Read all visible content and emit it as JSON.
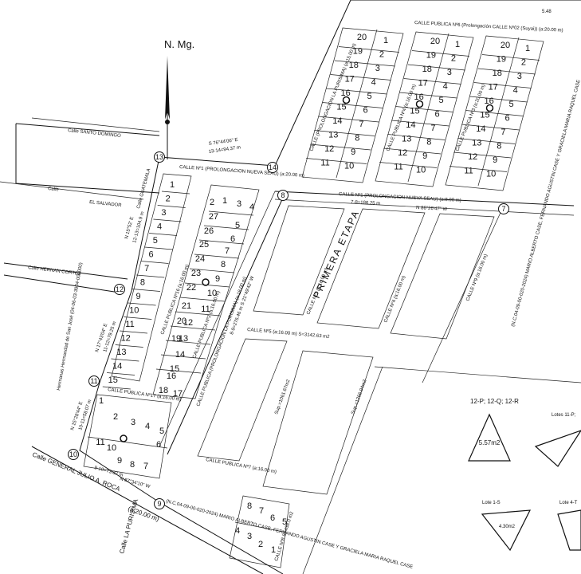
{
  "north": {
    "label": "N. Mg."
  },
  "streets": {
    "santo_domingo": "Calle SANTO DOMINGO",
    "calle": "Calle",
    "el_salvador": "EL SALVADOR",
    "hernan_cortez": "Calle HERNAN CORTEZ",
    "guatemala": "Calle GUATEMALA",
    "general_roca": "Calle GENERAL JULIO A. ROCA",
    "general_roca_width": "(a:20.00 m)",
    "la_purisima": "Calle LA PURISIMA",
    "publica6": "CALLE PUBLICA Nº6 (Prolongación CALLE Nº02 (Suyai)) (a:20.00 m)",
    "publica1_top": "CALLE Nº1 (PROLONGACION NUEVA SEAU) (a:20.00 m)",
    "publica1_right": "CALLE Nº1 (PROLONGACION NUEVA SEAU) (a:8.00 m)",
    "publica16": "CALLE PUBLICA Nº16 (a:16.00 m)",
    "purisima_prolong": "CALLE PUBLICA (PROLONGACION LA PURISIMA) (a:18.00 m)",
    "publica2": "CALLE PUBLICA Nº2 (a:16.00 m)",
    "publica17": "CALLE PUBLICA Nº17 (a:16.00 m)",
    "publica7": "CALLE PUBLICA Nº7 (a:16.00 m)",
    "calle5": "CALLE Nº5 (a:16.00 m) S=3142.63 m2",
    "calle3": "CALLE Nº3 (a:16.00 m)",
    "calle4": "CALLE Nº4 (a:16.00 m)",
    "calle9": "CALLE Nº9 (a:16.00 m)",
    "calle8": "CALLE Nº8 S=438.0 m2",
    "calle_purisima_n": "CALLE (PROLONGACION LA PURISIMA) (a:15.00 m)",
    "calle_publica4": "CALLE PUBLICA Nº4 (a:16.00 m)",
    "calle_publica3": "CALLE PUBLICA Nº3 (a:20.00 m)"
  },
  "dims": {
    "d13_14": "S 76°44'06\" E",
    "d13_14b": "13-14=94.37 m",
    "d8_7": "7-8=186.25 m",
    "d8_7b": "N 86°26'47\" W",
    "d12_13": "N 15°52' E",
    "d12_13b": "12-13=104.9 m",
    "d11_12": "N 17°43'04\" E",
    "d11_12b": "11-12=79.25 m",
    "d10_11": "N 15°28'44\" E",
    "d10_11b": "10-11=58.07 m",
    "d9_10": "9-10=73.32 m",
    "d9_10b": "N 87°34'10\" W",
    "d_center": "8-9=276.46 m  S 21°49'42\" W",
    "top_right": "5.48"
  },
  "nodes": [
    "13",
    "14",
    "8",
    "7",
    "12",
    "11",
    "10",
    "9"
  ],
  "areas": {
    "primera_etapa": "PRIMERA ETAPA",
    "sup1": "Sup.=1061.67m2",
    "sup2": "Sup.=1266.94m2",
    "tri_area": "5.57m2",
    "tri_label": "12-P; 12-Q; 12-R",
    "lotes_label": "Lotes 11-P;",
    "lote_s": "Lote 1-S",
    "lote_t": "Lote 4-T",
    "small_area": "4.30m2"
  },
  "owners": {
    "left": "Hermanas Hermandad de San José (04-06-03-3904-000000)",
    "right": "(N.C.04-09-00-020-2024) MARIO ALBERTO CASE, FERNANDO AGUSTIN CASE Y GRACIELA MARIA RAQUEL CASE",
    "bottom": "(N.C.04-09-00-020-2024) MARIO ALBERTO CASE, FERNANDO AGUSTIN CASE Y GRACIELA MARIA RAQUEL CASE"
  }
}
